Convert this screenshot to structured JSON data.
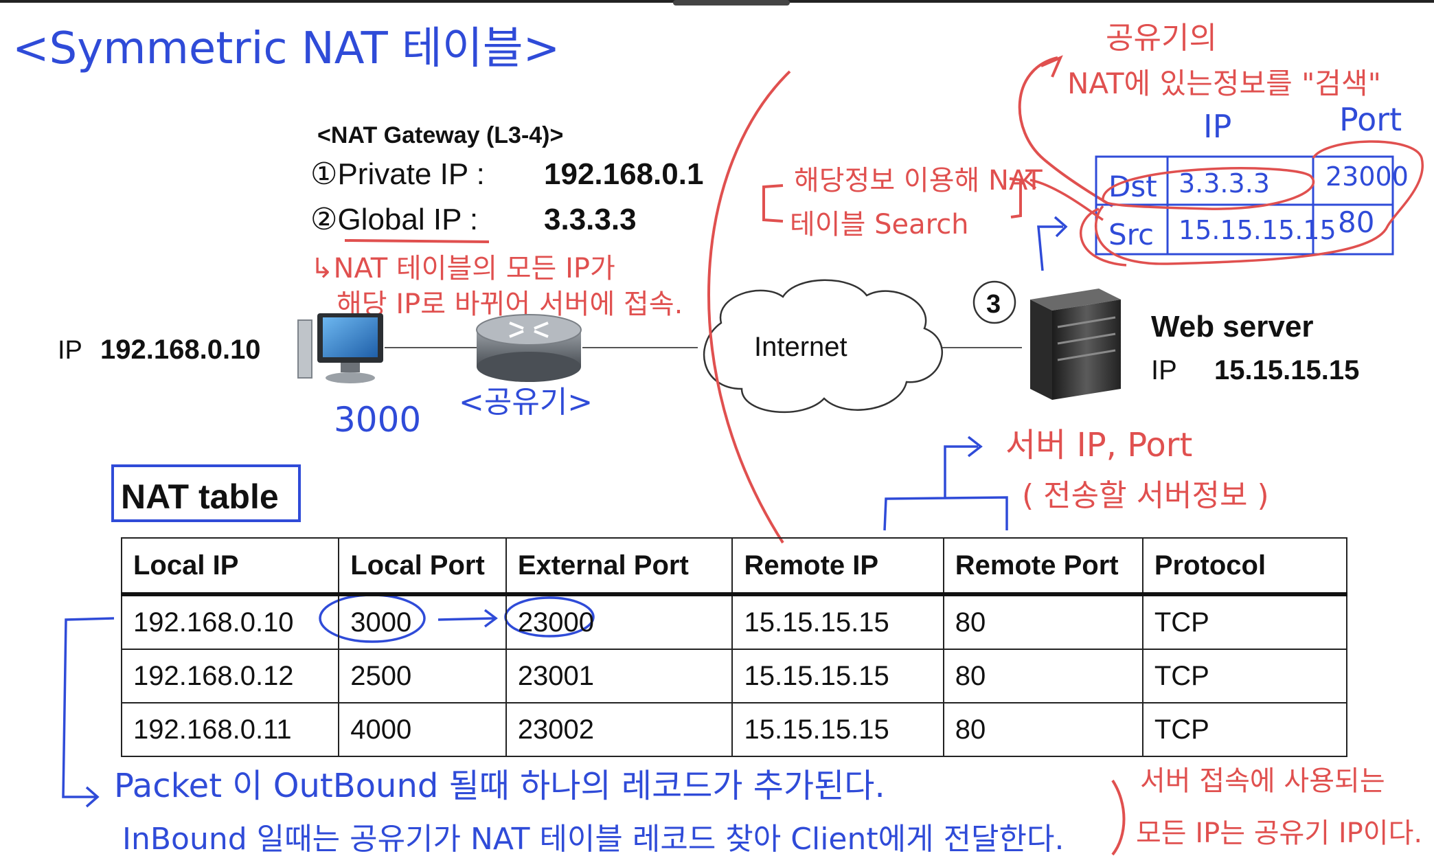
{
  "title": "<Symmetric NAT 테이블>",
  "gateway": {
    "heading": "<NAT Gateway (L3-4)>",
    "private_label": "①Private IP  :",
    "private_value": "192.168.0.1",
    "global_label": "②Global IP  :",
    "global_value": "3.3.3.3"
  },
  "gateway_note": [
    "↳NAT 테이블의 모든 IP가",
    "해당 IP로 바뀌어 서버에 접속."
  ],
  "client": {
    "label": "IP",
    "ip": "192.168.0.10",
    "port_note": "3000"
  },
  "router_label": "<공유기>",
  "cloud_label": "Internet",
  "step_badge": "3",
  "server": {
    "name": "Web server",
    "ip_label": "IP",
    "ip": "15.15.15.15"
  },
  "lookup_note": [
    "공유기의",
    "NAT에 있는정보를 \"검색\""
  ],
  "mini_table": {
    "col_ip": "IP",
    "col_port": "Port",
    "rows": [
      {
        "label": "Dst",
        "ip": "3.3.3.3",
        "port": "23000"
      },
      {
        "label": "Src",
        "ip": "15.15.15.15",
        "port": "80"
      }
    ]
  },
  "search_note": [
    "해당정보 이용해 NAT",
    "테이블 Search"
  ],
  "server_info_note": [
    "서버 IP, Port",
    "( 전송할 서버정보 )"
  ],
  "nat_table": {
    "title": "NAT table",
    "headers": [
      "Local IP",
      "Local Port",
      "External Port",
      "Remote IP",
      "Remote Port",
      "Protocol"
    ],
    "rows": [
      [
        "192.168.0.10",
        "3000",
        "23000",
        "15.15.15.15",
        "80",
        "TCP"
      ],
      [
        "192.168.0.12",
        "2500",
        "23001",
        "15.15.15.15",
        "80",
        "TCP"
      ],
      [
        "192.168.0.11",
        "4000",
        "23002",
        "15.15.15.15",
        "80",
        "TCP"
      ]
    ]
  },
  "outbound_note": "Packet 이 OutBound 될때 하나의 레코드가 추가된다.",
  "inbound_note": "InBound 일때는 공유기가 NAT 테이블 레코드 찾아 Client에게 전달한다.",
  "server_ip_note": [
    "서버 접속에 사용되는",
    "모든 IP는 공유기 IP이다."
  ],
  "colors": {
    "ink_blue": "#2f4bd8",
    "ink_red": "#e0504f",
    "text": "#111111"
  }
}
